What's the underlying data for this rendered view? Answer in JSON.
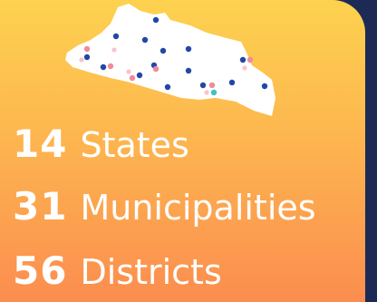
{
  "map": {
    "land_color": "#ffffff",
    "marker_colors": {
      "blue": "#2147a8",
      "pink": "#f08a9a",
      "teal": "#3fc4be"
    }
  },
  "stats": [
    {
      "number": "14",
      "label": "States"
    },
    {
      "number": "31",
      "label": "Municipalities"
    },
    {
      "number": "56",
      "label": "Districts"
    }
  ]
}
